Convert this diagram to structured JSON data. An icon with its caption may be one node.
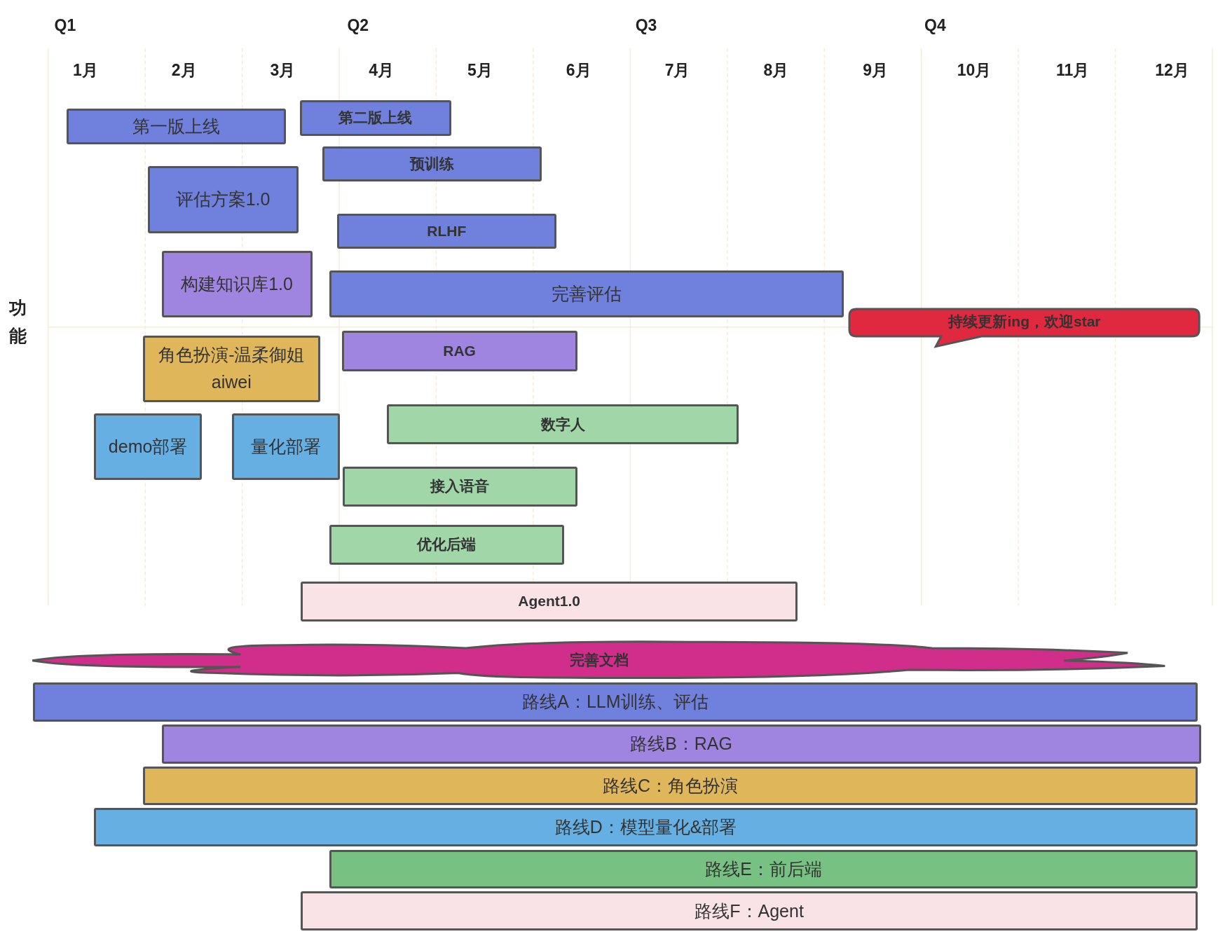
{
  "diagram": {
    "nodes": [
      {
        "text": [
          "第一版上线"
        ]
      },
      {
        "text": [
          "第二版上线"
        ]
      },
      {
        "text": [
          "预训练"
        ]
      },
      {
        "text": [
          "评估方案1.0"
        ]
      },
      {
        "text": [
          "RLHF"
        ]
      },
      {
        "text": [
          "构建知识库1.0"
        ]
      },
      {
        "text": [
          "完善评估"
        ]
      },
      {
        "text": [
          "持续更新ing，欢迎star"
        ]
      },
      {
        "text": [
          "角色扮演-温柔御姐",
          "aiwei"
        ]
      },
      {
        "text": [
          "RAG"
        ]
      },
      {
        "text": [
          "demo部署"
        ]
      },
      {
        "text": [
          "量化部署"
        ]
      },
      {
        "text": [
          "数字人"
        ]
      },
      {
        "text": [
          "接入语音"
        ]
      },
      {
        "text": [
          "优化后端"
        ]
      },
      {
        "text": [
          "Agent1.0"
        ]
      },
      {
        "text": [
          "完善文档"
        ]
      },
      {
        "text": [
          "路线A：LLM训练、评估"
        ]
      },
      {
        "text": [
          "路线B：RAG"
        ]
      },
      {
        "text": [
          "路线C：角色扮演"
        ]
      },
      {
        "text": [
          "路线D：模型量化&部署"
        ]
      },
      {
        "text": [
          "路线E：前后端"
        ]
      },
      {
        "text": [
          "路线F：Agent"
        ]
      }
    ],
    "edges": [],
    "labels": [
      "Q1",
      "Q2",
      "Q3",
      "Q4",
      "1月",
      "2月",
      "3月",
      "4月",
      "5月",
      "6月",
      "7月",
      "8月",
      "9月",
      "10月",
      "11月",
      "12月",
      "功能"
    ]
  }
}
